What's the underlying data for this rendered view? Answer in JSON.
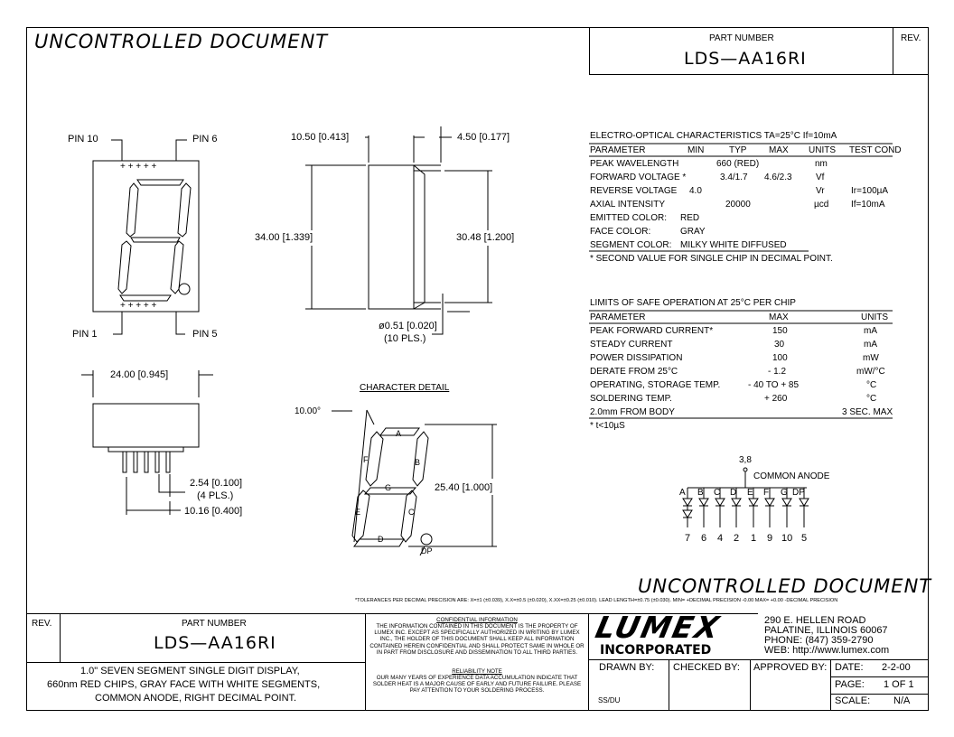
{
  "header": {
    "watermark_top": "UNCONTROLLED  DOCUMENT",
    "part_number_label": "PART  NUMBER",
    "part_number": "LDS—AA16RI",
    "rev_label": "REV."
  },
  "front_view": {
    "pin10": "PIN  10",
    "pin6": "PIN  6",
    "pin1": "PIN  1",
    "pin5": "PIN  5",
    "pins_top": "+ + + + +",
    "pins_bottom": "+ + + + +"
  },
  "side_view": {
    "width_dim": "10.50  [0.413]",
    "lead_dim": "4.50  [0.177]",
    "height_dim": "34.00  [1.339]",
    "pin_span_dim": "30.48  [1.200]",
    "lead_dia": "ø0.51  [0.020]",
    "lead_qty": "(10  PLS.)"
  },
  "bottom_view": {
    "width_dim": "24.00  [0.945]",
    "pitch_dim": "2.54  [0.100]",
    "pitch_qty": "(4  PLS.)",
    "span_dim": "10.16  [0.400]"
  },
  "character_detail": {
    "title": "CHARACTER  DETAIL",
    "slant": "10.00°",
    "height_dim": "25.40  [1.000]",
    "segments": [
      "A",
      "B",
      "C",
      "D",
      "E",
      "F",
      "G"
    ],
    "dp": "DP"
  },
  "electro_optical": {
    "title": "ELECTRO-OPTICAL  CHARACTERISTICS  TA=25°C       If=10mA",
    "columns": [
      "PARAMETER",
      "MIN",
      "TYP",
      "MAX",
      "UNITS",
      "TEST  COND"
    ],
    "rows": [
      [
        "PEAK  WAVELENGTH",
        "",
        "660  (RED)",
        "",
        "nm",
        ""
      ],
      [
        "FORWARD  VOLTAGE *",
        "",
        "3.4/1.7",
        "4.6/2.3",
        "Vf",
        ""
      ],
      [
        "REVERSE  VOLTAGE",
        "4.0",
        "",
        "",
        "Vr",
        "Ir=100µA"
      ],
      [
        "AXIAL  INTENSITY",
        "",
        "20000",
        "",
        "µcd",
        "If=10mA"
      ],
      [
        "EMITTED  COLOR:",
        "RED",
        "",
        "",
        "",
        ""
      ],
      [
        "FACE  COLOR:",
        "GRAY",
        "",
        "",
        "",
        ""
      ],
      [
        "SEGMENT  COLOR:",
        "MILKY  WHITE  DIFFUSED",
        "",
        "",
        "",
        ""
      ]
    ],
    "note": "*  SECOND  VALUE  FOR  SINGLE  CHIP  IN  DECIMAL  POINT."
  },
  "safe_operation": {
    "title": "LIMITS  OF  SAFE  OPERATION  AT  25°C  PER  CHIP",
    "columns": [
      "PARAMETER",
      "MAX",
      "UNITS"
    ],
    "rows": [
      [
        "PEAK  FORWARD  CURRENT*",
        "150",
        "mA"
      ],
      [
        "STEADY  CURRENT",
        "30",
        "mA"
      ],
      [
        "POWER  DISSIPATION",
        "100",
        "mW"
      ],
      [
        "DERATE  FROM  25°C",
        "- 1.2",
        "mW/°C"
      ],
      [
        "OPERATING,  STORAGE  TEMP.",
        "- 40  TO  + 85",
        "°C"
      ],
      [
        "SOLDERING  TEMP.",
        "+ 260",
        "°C"
      ],
      [
        "2.0mm  FROM  BODY",
        "",
        "3  SEC.  MAX"
      ]
    ],
    "note": "*  t<10µS"
  },
  "schematic": {
    "common_pin": "3,8",
    "common_label": "COMMON  ANODE",
    "segments": [
      "A",
      "B",
      "C",
      "D",
      "E",
      "F",
      "G",
      "DP"
    ],
    "pins": [
      "7",
      "6",
      "4",
      "2",
      "1",
      "9",
      "10",
      "5"
    ]
  },
  "watermark_bottom": "UNCONTROLLED  DOCUMENT",
  "tolerances": "*TOLERANCES  PER  DECIMAL  PRECISION  ARE:  X=±1  (±0.039),  X.X=±0.5  (±0.020),  X.XX=±0.25  (±0.010).   LEAD  LENGTH=±0.75  (±0.030).  MIN= +DECIMAL PRECISION -0.00    MAX= +0.00 -DECIMAL PRECISION",
  "title_block": {
    "rev_label": "REV.",
    "part_number_label": "PART  NUMBER",
    "part_number": "LDS—AA16RI",
    "description_1": "1.0\"  SEVEN  SEGMENT  SINGLE  DIGIT  DISPLAY,",
    "description_2": "660nm  RED  CHIPS,  GRAY  FACE  WITH  WHITE  SEGMENTS,",
    "description_3": "COMMON  ANODE,  RIGHT  DECIMAL  POINT.",
    "confidential_title": "CONFIDENTIAL  INFORMATION",
    "confidential_text": "THE INFORMATION CONTAINED IN THIS DOCUMENT IS THE PROPERTY OF LUMEX INC. EXCEPT AS SPECIFICALLY AUTHORIZED IN WRITING BY LUMEX INC., THE HOLDER OF THIS DOCUMENT SHALL KEEP ALL INFORMATION CONTAINED HEREIN CONFIDENTIAL AND SHALL PROTECT SAME IN WHOLE OR IN PART FROM DISCLOSURE AND DISSEMINATION TO ALL THIRD PARTIES.",
    "reliability_title": "RELIABILITY  NOTE",
    "reliability_text": "OUR MANY YEARS OF EXPERIENCE DATA ACCUMULATION INDICATE THAT SOLDER HEAT IS A MAJOR CAUSE OF EARLY AND FUTURE FAILURE. PLEASE PAY ATTENTION TO YOUR SOLDERING PROCESS.",
    "logo": "LUMEX",
    "logo_sub": "INCORPORATED",
    "address_1": "290  E.  HELLEN  ROAD",
    "address_2": "PALATINE,  ILLINOIS   60067",
    "phone": "PHONE:  (847)  359-2790",
    "web": "WEB:  http://www.lumex.com",
    "drawn_by_label": "DRAWN  BY:",
    "drawn_by": "SS/DU",
    "checked_by_label": "CHECKED  BY:",
    "approved_by_label": "APPROVED  BY:",
    "date_label": "DATE:",
    "date": "2-2-00",
    "page_label": "PAGE:",
    "page": "1  OF  1",
    "scale_label": "SCALE:",
    "scale": "N/A"
  }
}
